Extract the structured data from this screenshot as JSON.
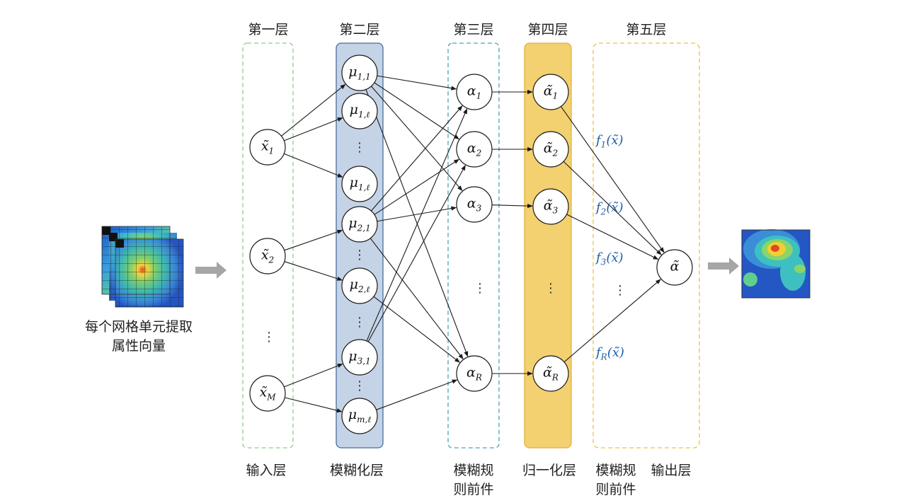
{
  "layer_titles": [
    "第一层",
    "第二层",
    "第三层",
    "第四层",
    "第五层"
  ],
  "bottom_labels": {
    "input": "输入层",
    "fuzzify": "模糊化层",
    "rule_antecedent_l1": "模糊规",
    "rule_antecedent_l2": "则前件",
    "normalize": "归一化层",
    "rule_consequent_l1": "模糊规",
    "rule_consequent_l2": "则前件",
    "output": "输出层"
  },
  "left_caption_l1": "每个网格单元提取",
  "left_caption_l2": "属性向量",
  "input_nodes": [
    {
      "base": "x̃",
      "sub": "1"
    },
    {
      "base": "x̃",
      "sub": "2"
    },
    {
      "base": "x̃",
      "sub": "M"
    }
  ],
  "membership_nodes": [
    {
      "base": "μ",
      "sub": "1,1"
    },
    {
      "base": "μ",
      "sub": "1,ℓ"
    },
    {
      "base": "μ",
      "sub": "1,ℓ"
    },
    {
      "base": "μ",
      "sub": "2,1"
    },
    {
      "base": "μ",
      "sub": "2,ℓ"
    },
    {
      "base": "μ",
      "sub": "3,1"
    },
    {
      "base": "μ",
      "sub": "m,ℓ"
    }
  ],
  "rule_nodes": [
    {
      "base": "α",
      "sub": "1"
    },
    {
      "base": "α",
      "sub": "2"
    },
    {
      "base": "α",
      "sub": "3"
    },
    {
      "base": "α",
      "sub": "R"
    }
  ],
  "norm_nodes": [
    {
      "base": "α̃",
      "sub": "1"
    },
    {
      "base": "α̃",
      "sub": "2"
    },
    {
      "base": "α̃",
      "sub": "3"
    },
    {
      "base": "α̃",
      "sub": "R"
    }
  ],
  "output_node": {
    "base": "α̃",
    "sub": ""
  },
  "consequent_functions": [
    {
      "f": "f",
      "sub": "1",
      "arg": "(x̃)"
    },
    {
      "f": "f",
      "sub": "2",
      "arg": "(x̃)"
    },
    {
      "f": "f",
      "sub": "3",
      "arg": "(x̃)"
    },
    {
      "f": "f",
      "sub": "R",
      "arg": "(x̃)"
    }
  ],
  "colors": {
    "layer1_border": "#8fce8f",
    "layer2_fill": "#c5d3e6",
    "layer2_border": "#4a6d9a",
    "layer3_border": "#4aa3b7",
    "layer4_fill": "#f3d070",
    "layer4_border": "#e3b23c",
    "layer5_border": "#f0c040",
    "function_text": "#1f5fa8",
    "arrow_gray": "#a6a6a6"
  }
}
